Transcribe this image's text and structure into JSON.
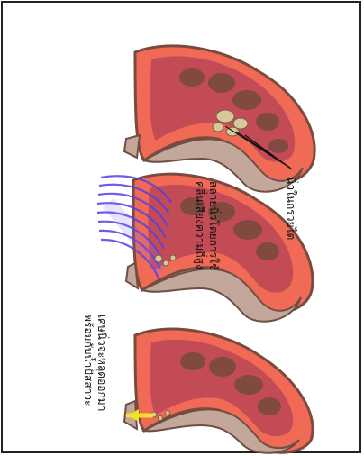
{
  "image": {
    "subject": "kidney-stone-shockwave-treatment-sequence",
    "colors": {
      "frame": "#222222",
      "kidney_outer": "#f06a55",
      "kidney_dark": "#7a4a3e",
      "pyramid": "#c04a55",
      "pelvis": "#c2a79a",
      "stone": "#d8c79a",
      "shockwave": "#5a3fe0",
      "arrow": "#f2e12a"
    }
  },
  "labels": {
    "stone_label": "นิ่วในกรวยไต",
    "shockwave_line1": "สลายนิ่วโดยการใช้",
    "shockwave_line2": "คลื่นเสียงความถี่สูง",
    "passage_line1": "เศษนิ่วจะหลุดออกมา",
    "passage_line2": "พร้อมกับน้ำปัสสาวะ"
  }
}
